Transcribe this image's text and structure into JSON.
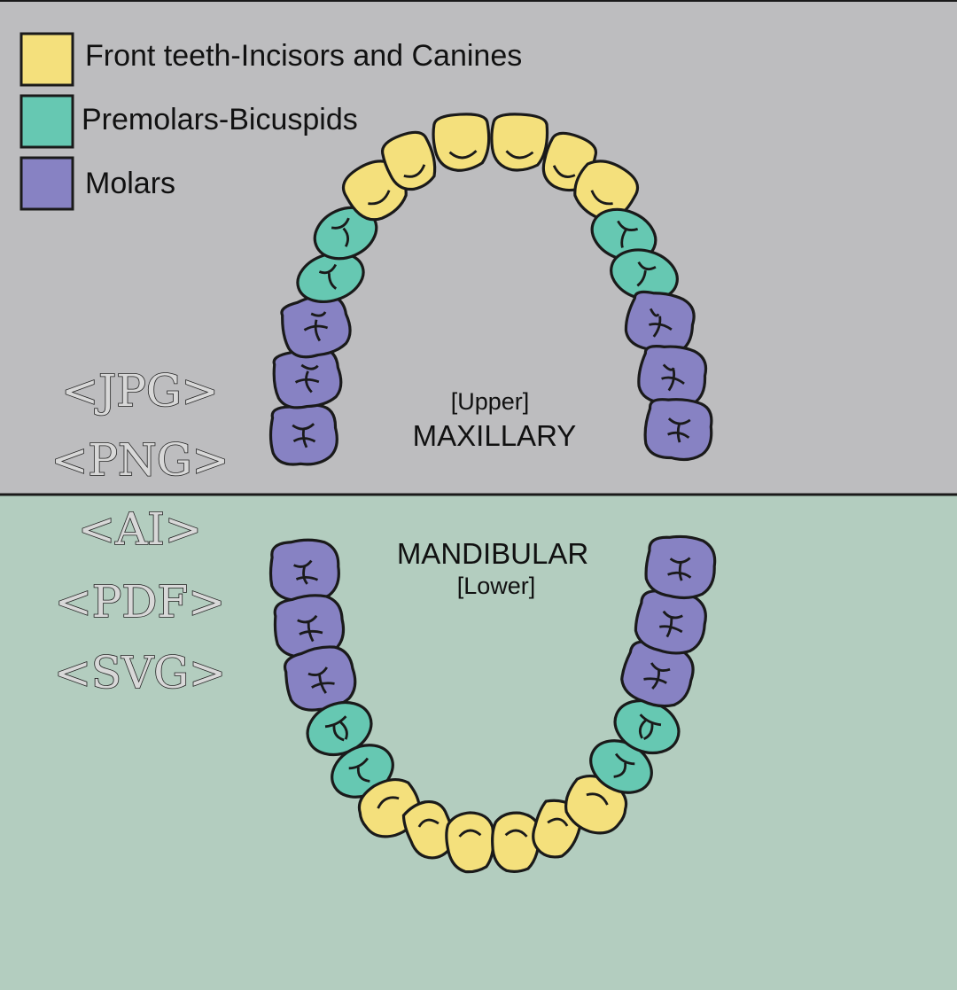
{
  "legend": {
    "items": [
      {
        "label": "Front teeth-Incisors and Canines",
        "color": "#f4e07c"
      },
      {
        "label": "Premolars-Bicuspids",
        "color": "#66c8b2"
      },
      {
        "label": "Molars",
        "color": "#8782c3"
      }
    ]
  },
  "upper": {
    "label_small": "[Upper]",
    "label_main": "MAXILLARY",
    "background": "#bdbdbf"
  },
  "lower": {
    "label_main": "MANDIBULAR",
    "label_small": "[Lower]",
    "background": "#b3cdbf"
  },
  "formats": [
    "<JPG>",
    "<PNG>",
    "<AI>",
    "<PDF>",
    "<SVG>"
  ],
  "colors": {
    "incisor_canine": "#f4e07c",
    "premolar": "#66c8b2",
    "molar": "#8782c3",
    "outline": "#1a1a1a"
  }
}
